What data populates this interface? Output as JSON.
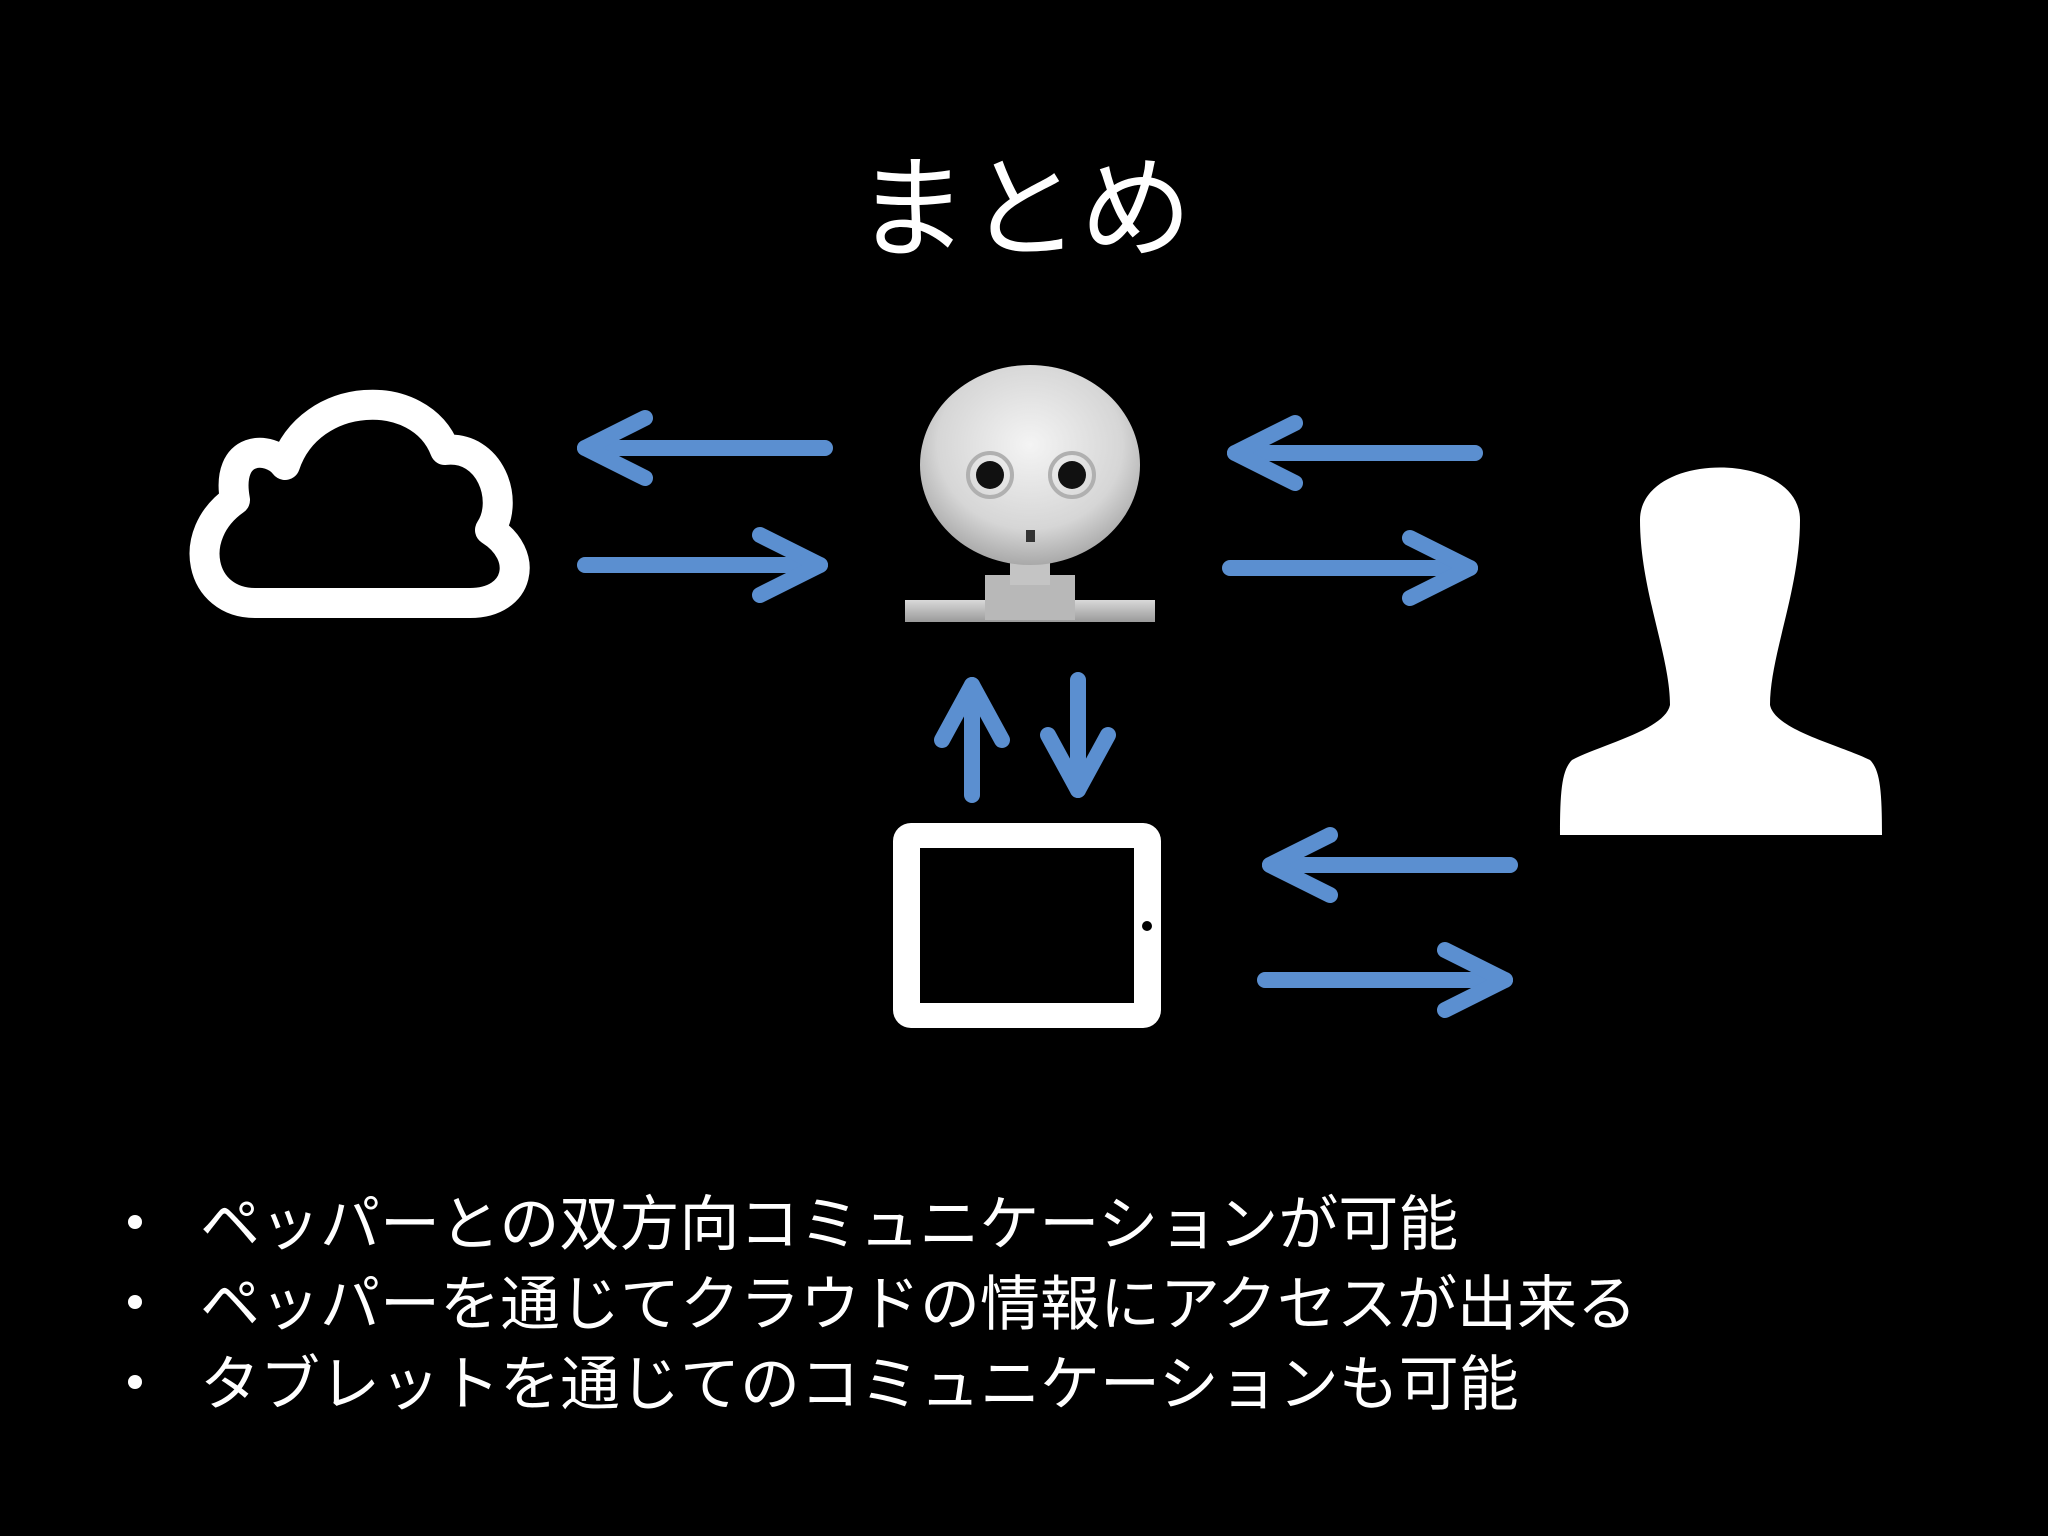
{
  "slide": {
    "title": "まとめ"
  },
  "diagram": {
    "arrow_color": "#5b8fd0",
    "icon_color": "#ffffff",
    "nodes": [
      "cloud-icon",
      "robot-icon",
      "person-icon",
      "tablet-icon"
    ]
  },
  "bullets": [
    "ペッパーとの双方向コミュニケーションが可能",
    "ペッパーを通じてクラウドの情報にアクセスが出来る",
    "タブレットを通じてのコミュニケーションも可能"
  ]
}
